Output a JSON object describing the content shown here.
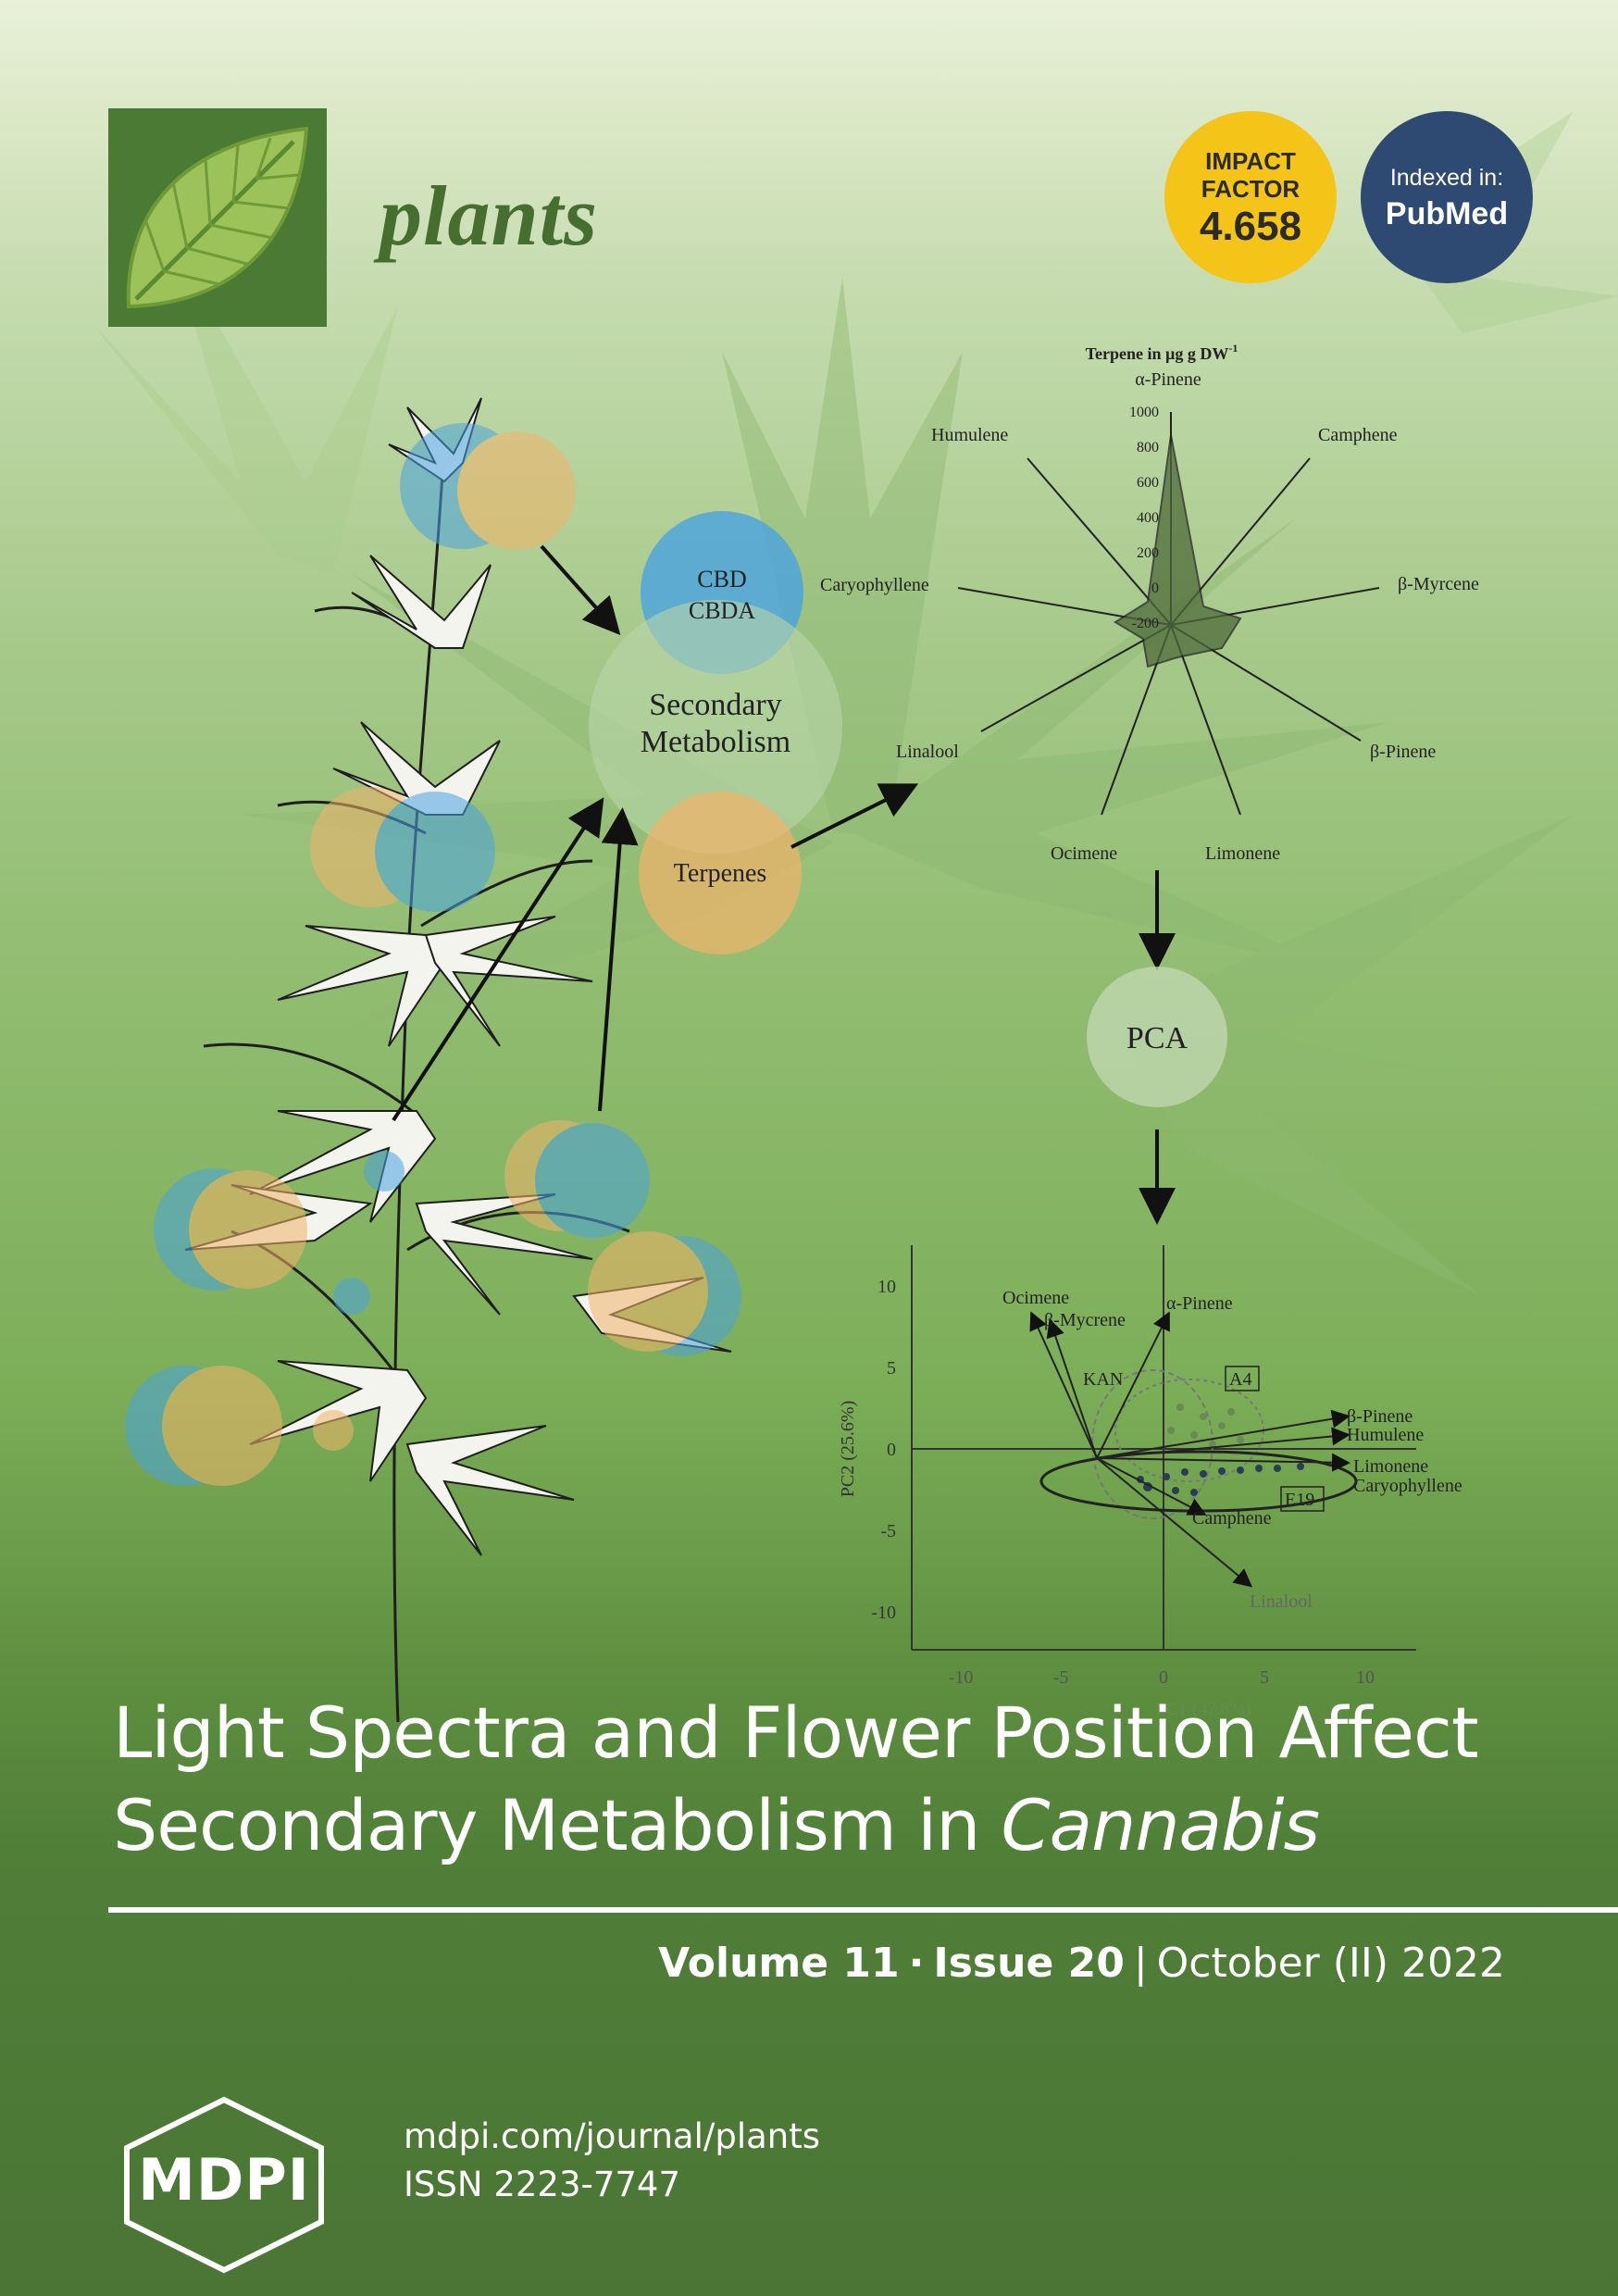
{
  "journal": {
    "name": "plants"
  },
  "badges": {
    "impact_factor_line1": "IMPACT",
    "impact_factor_line2": "FACTOR",
    "impact_factor_value": "4.658",
    "indexed_label": "Indexed in:",
    "indexed_value": "PubMed"
  },
  "figure": {
    "circles": {
      "cbd": "CBD",
      "cbda": "CBDA",
      "secondary1": "Secondary",
      "secondary2": "Metabolism",
      "terpenes": "Terpenes",
      "pca": "PCA"
    },
    "radar": {
      "title": "Terpene in µg g DW",
      "title_sup": "-1",
      "axes": [
        "α-Pinene",
        "Camphene",
        "β-Myrcene",
        "β-Pinene",
        "Limonene",
        "Ocimene",
        "Linalool",
        "Caryophyllene",
        "Humulene"
      ],
      "ticks": [
        "1000",
        "800",
        "600",
        "400",
        "200",
        "0",
        "-200"
      ]
    },
    "pca_plot": {
      "ylabel": "PC2 (25.6%)",
      "yticks": [
        "10",
        "5",
        "0",
        "-5",
        "-10"
      ],
      "xticks": [
        "-10",
        "-5",
        "0",
        "5",
        "10"
      ],
      "xlabel_partial": "PC1 (4?.8%)",
      "vectors": [
        "Ocimene",
        "β-Mycrene",
        "α-Pinene",
        "β-Pinene",
        "Humulene",
        "Limonene",
        "Caryophyllene",
        "Camphene",
        "Linalool"
      ],
      "groups": [
        "KAN",
        "A4",
        "E19"
      ]
    }
  },
  "article": {
    "title_line1": "Light Spectra and Flower Position Affect",
    "title_line2_prefix": "Secondary Metabolism in ",
    "title_line2_italic": "Cannabis"
  },
  "issue": {
    "volume": "Volume 11",
    "dot": "·",
    "issue": "Issue 20",
    "bar": "|",
    "date": "October (II) 2022"
  },
  "publisher": {
    "name": "MDPI",
    "url": "mdpi.com/journal/plants",
    "issn": "ISSN 2223-7747"
  },
  "colors": {
    "dark_green": "#4a7a34",
    "if_yellow": "#f4c418",
    "pubmed_navy": "#2f4a72"
  }
}
